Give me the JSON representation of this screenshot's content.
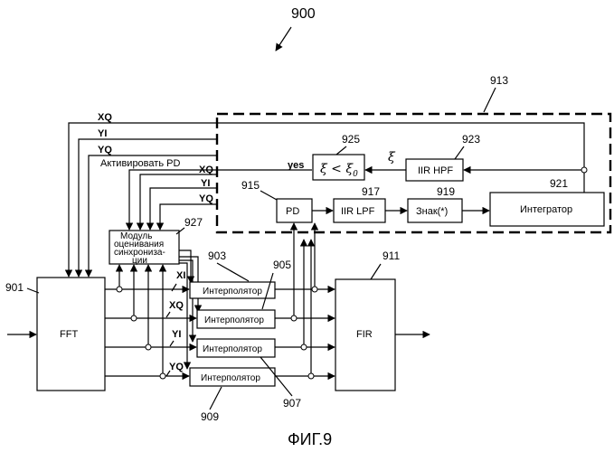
{
  "figure": {
    "number": "900",
    "caption": "ФИГ.9",
    "refs": {
      "r901": "901",
      "r903": "903",
      "r905": "905",
      "r907": "907",
      "r909": "909",
      "r911": "911",
      "r913": "913",
      "r915": "915",
      "r917": "917",
      "r919": "919",
      "r921": "921",
      "r923": "923",
      "r925": "925",
      "r927": "927"
    },
    "blocks": {
      "fft": "FFT",
      "fir": "FIR",
      "pd": "PD",
      "iir_lpf": "IIR LPF",
      "sign": "Знак(*)",
      "integrator": "Интегратор",
      "iir_hpf": "IIR HPF",
      "interp": "Интерполятор",
      "sync_line1": "Модуль",
      "sync_line2": "оценивания",
      "sync_line3": "синхрониза-",
      "sync_line4": "ции"
    },
    "signals": {
      "xq": "XQ",
      "yi": "YI",
      "yq": "YQ",
      "xi": "XI",
      "activate_pd": "Активировать PD",
      "yes": "yes",
      "xi_symbol": "ξ",
      "compare": "ξ < ξ",
      "compare_sub": "0"
    }
  }
}
